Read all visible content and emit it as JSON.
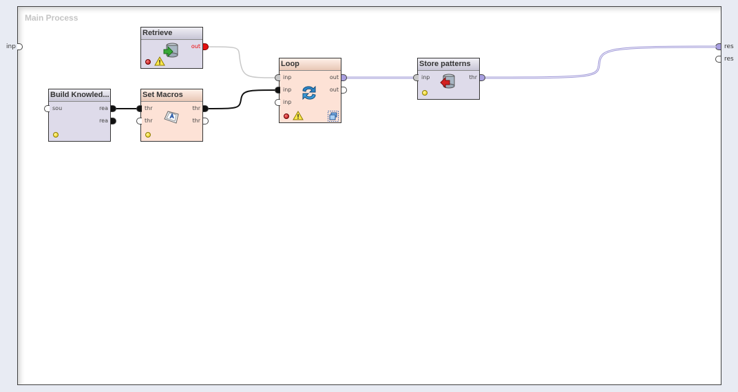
{
  "canvas": {
    "title": "Main Process"
  },
  "external_ports": {
    "input": [
      {
        "label": "inp"
      }
    ],
    "output": [
      {
        "label": "res",
        "connected": true
      },
      {
        "label": "res",
        "connected": false
      }
    ]
  },
  "operators": [
    {
      "id": "retrieve",
      "name": "Retrieve",
      "theme": "blue",
      "icon": "database-retrieve-icon",
      "inputs": [],
      "outputs": [
        {
          "label": "out",
          "state": "error"
        }
      ],
      "status": "error",
      "warning": true
    },
    {
      "id": "build-knowledge",
      "name": "Build Knowled...",
      "theme": "blue",
      "icon": null,
      "inputs": [
        {
          "label": "sou"
        }
      ],
      "outputs": [
        {
          "label": "rea"
        },
        {
          "label": "rea"
        }
      ],
      "status": "ok",
      "warning": false
    },
    {
      "id": "set-macros",
      "name": "Set Macros",
      "theme": "orange",
      "icon": "keyboard-key-icon",
      "inputs": [
        {
          "label": "thr"
        },
        {
          "label": "thr"
        }
      ],
      "outputs": [
        {
          "label": "thr"
        },
        {
          "label": "thr"
        }
      ],
      "status": "ok",
      "warning": false
    },
    {
      "id": "loop",
      "name": "Loop",
      "theme": "orange",
      "icon": "loop-arrows-icon",
      "inputs": [
        {
          "label": "inp"
        },
        {
          "label": "inp"
        },
        {
          "label": "inp"
        }
      ],
      "outputs": [
        {
          "label": "out"
        },
        {
          "label": "out"
        }
      ],
      "status": "error",
      "warning": true,
      "subprocess": true
    },
    {
      "id": "store-patterns",
      "name": "Store patterns",
      "theme": "blue",
      "icon": "database-store-icon",
      "inputs": [
        {
          "label": "inp"
        }
      ],
      "outputs": [
        {
          "label": "thr"
        }
      ],
      "status": "ok",
      "warning": false
    }
  ],
  "colors": {
    "wire_black": "#111111",
    "wire_gray": "#c8c8c8",
    "wire_purple": "#9b94d6",
    "port_purple": "#a89fe0",
    "port_error": "#e41010",
    "port_gray": "#c8c8c8"
  }
}
